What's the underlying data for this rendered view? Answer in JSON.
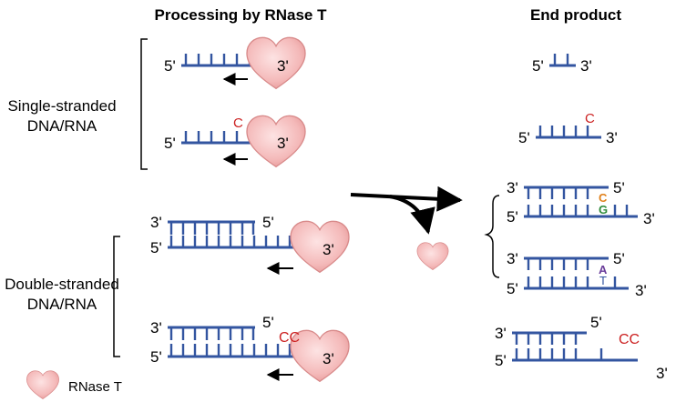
{
  "headers": {
    "processing": "Processing by RNase T",
    "end_product": "End product"
  },
  "groups": {
    "single_stranded": [
      "Single-stranded",
      "DNA/RNA"
    ],
    "double_stranded": [
      "Double-stranded",
      "DNA/RNA"
    ]
  },
  "legend": {
    "label": "RNase T"
  },
  "ends": {
    "five": "5'",
    "three": "3'"
  },
  "nucleotides": {
    "c": "C",
    "g": "G",
    "a": "A",
    "t": "T",
    "cc": "CC"
  },
  "colors": {
    "strand": "#3355a0",
    "enzyme": "#f2b8b8",
    "nt_red": "#cc2222",
    "nt_orange": "#e0801a",
    "nt_green": "#2e8b3a",
    "nt_purple": "#6a3d9a",
    "nt_blue": "#3355a0"
  },
  "icons": {
    "enzyme": "heart-icon",
    "direction": "arrow-left-icon",
    "reaction": "curved-arrow-icon"
  }
}
